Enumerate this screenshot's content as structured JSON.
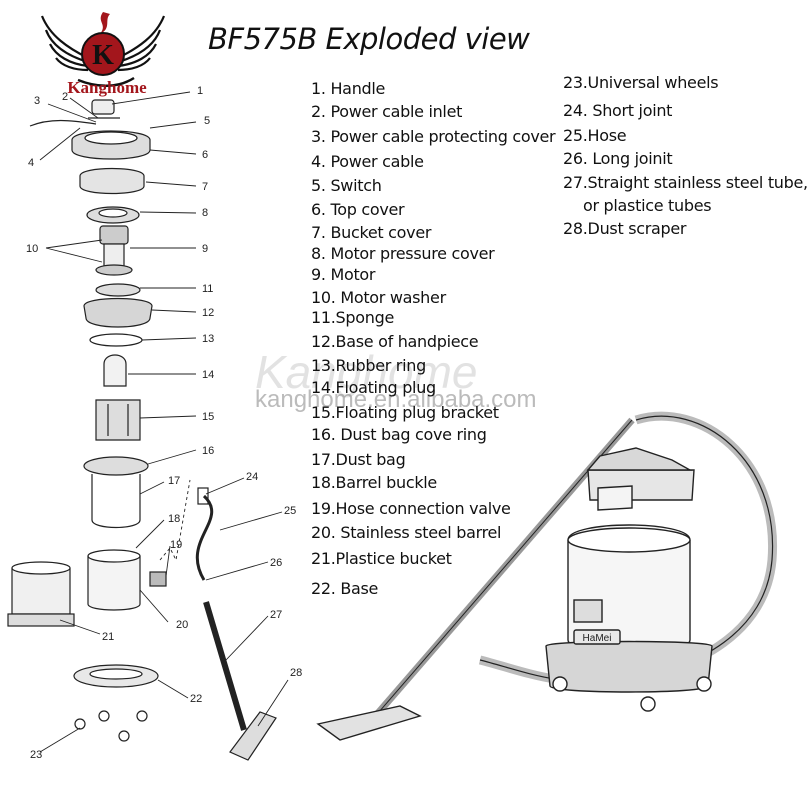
{
  "brand": {
    "name": "Kanghome",
    "logo_letter": "K",
    "logo_color": "#a3161c"
  },
  "title": "BF575B Exploded view",
  "watermark": {
    "text": "Kanghome",
    "url": "kanghome.en.alibaba.com"
  },
  "parts_col1": [
    "1. Handle",
    "2. Power cable  inlet",
    "3. Power cable protecting cover",
    "4. Power cable",
    "5. Switch",
    "6. Top cover",
    "7. Bucket cover",
    "8. Motor pressure cover",
    "9. Motor",
    "10. Motor  washer",
    "11.Sponge",
    "12.Base of handpiece",
    "13.Rubber ring",
    "14.Floating plug",
    "15.Floating plug bracket",
    "16. Dust bag cove ring",
    "17.Dust bag",
    "18.Barrel buckle",
    "19.Hose connection valve",
    "20. Stainless steel barrel",
    "21.Plastice bucket",
    "22. Base"
  ],
  "parts_col2": [
    "23.Universal wheels",
    "24. Short joint",
    "25.Hose",
    "26. Long joinit",
    "27.Straight stainless steel tube,",
    "or plastice tubes",
    "28.Dust scraper"
  ],
  "callouts": [
    "1",
    "2",
    "3",
    "4",
    "5",
    "6",
    "7",
    "8",
    "9",
    "10",
    "11",
    "12",
    "13",
    "14",
    "15",
    "16",
    "17",
    "18",
    "19",
    "20",
    "21",
    "22",
    "23",
    "24",
    "25",
    "26",
    "27",
    "28"
  ],
  "product_label": "HaMei"
}
